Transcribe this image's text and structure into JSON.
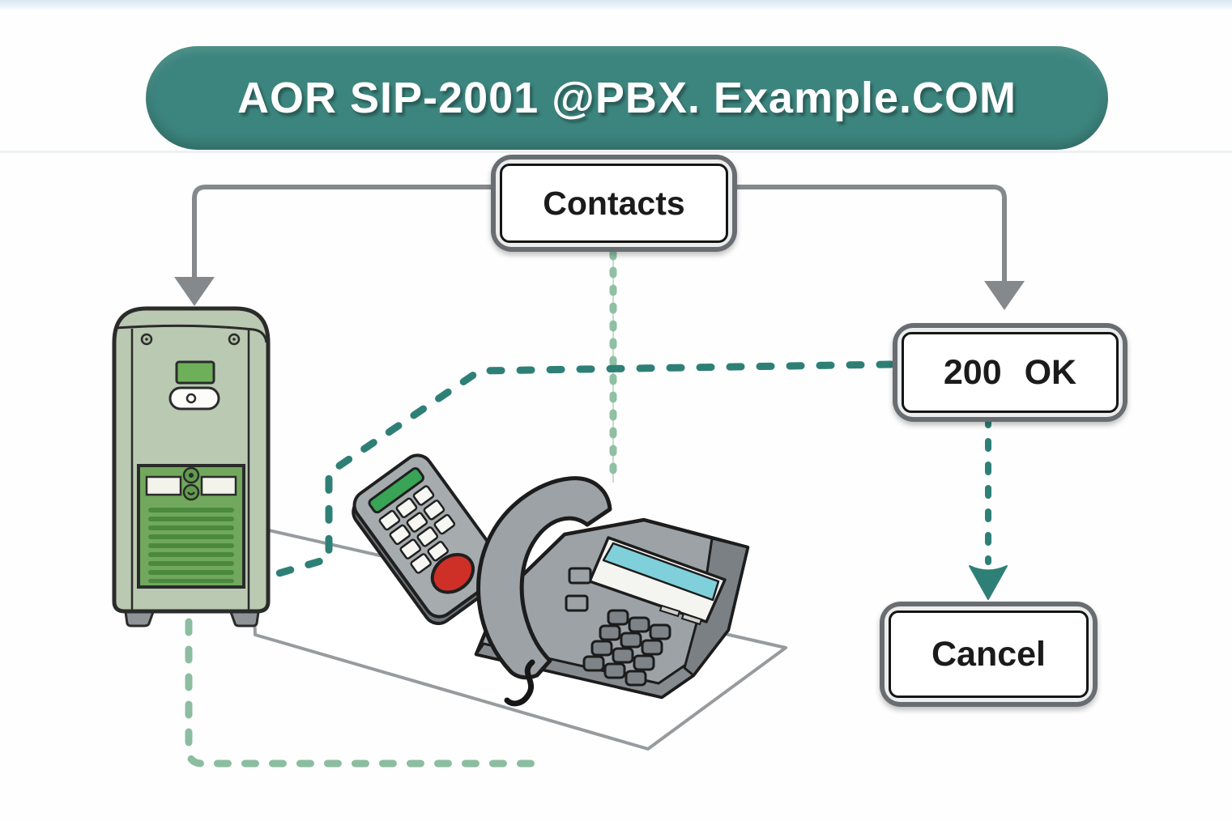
{
  "banner": {
    "title": "AOR SIP-2001 @PBX. Example.COM",
    "bg_color": "#3c857e"
  },
  "nodes": {
    "contacts": {
      "label": "Contacts"
    },
    "ok": {
      "label": "200 OK"
    },
    "cancel": {
      "label": "Cancel"
    }
  },
  "devices": {
    "server": "registrar-server-tower",
    "keypad": "handheld-keypad-remote",
    "phone": "desk-phone-with-display"
  },
  "palette": {
    "banner_teal": "#3c857e",
    "dash_teal": "#2e8076",
    "dash_light_green": "#8fc0a4",
    "line_gray": "#85898c",
    "server_panel_green": "#71a85d",
    "display_cyan": "#7fd0da",
    "keypad_button_red": "#ce2f27",
    "keypad_bar_green": "#39a356"
  }
}
